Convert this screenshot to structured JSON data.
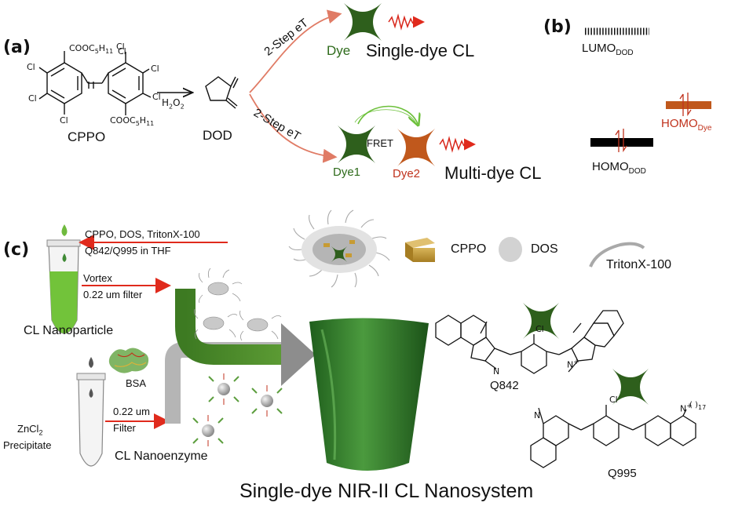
{
  "panels": {
    "a": "(a)",
    "b": "(b)",
    "c": "(c)"
  },
  "panel_a": {
    "cppo_label": "CPPO",
    "cppo_subs": {
      "cl": "Cl",
      "ester_top": "COOC",
      "ester_bot": "COOC",
      "sub_5": "5",
      "h": "H",
      "sub_11": "11"
    },
    "h2o2_label": "H",
    "h2o2_sub": "2",
    "h2o2_o": "O",
    "dod_label": "DOD",
    "oxygen": "O",
    "step_top": "2-Step eT",
    "step_bottom": "2-Step eT",
    "dye": "Dye",
    "single_cl": "Single-dye CL",
    "dye1": "Dye1",
    "dye2": "Dye2",
    "fret": "FRET",
    "multi_cl": "Multi-dye CL"
  },
  "panel_b": {
    "lumo": "LUMO",
    "lumo_sub": "DOD",
    "homo_dod": "HOMO",
    "homo_dod_sub": "DOD",
    "homo_dye": "HOMO",
    "homo_dye_sub": "Dye",
    "colors": {
      "dod_level": "#000000",
      "dye_level": "#c0581c",
      "electron": "#c0321c"
    }
  },
  "panel_c": {
    "reagents_line1": "CPPO, DOS, TritonX-100",
    "reagents_line2": "Q842/Q995 in THF",
    "vortex": "Vortex",
    "filter1": "0.22 um filter",
    "cl_nanoparticle": "CL Nanoparticle",
    "bsa": "BSA",
    "filter2_line1": "0.22 um",
    "filter2_line2": "Filter",
    "zncl2_line1": "ZnCl",
    "zncl2_sub": "2",
    "zncl2_line2": "Precipitate",
    "cl_nanoenzyme": "CL Nanoenzyme",
    "legend_cppo": "CPPO",
    "legend_dos": "DOS",
    "legend_triton": "TritonX-100",
    "q842": "Q842",
    "q995": "Q995",
    "cl_atom": "Cl",
    "n_atom": "N",
    "plus": "+",
    "chain": "( )",
    "chain_sub": "17",
    "system_title": "Single-dye NIR-II CL Nanosystem",
    "colors": {
      "dye_green": "#2e6b1b",
      "tube_green": "#3f8a35",
      "arrow_red": "#e02a1c"
    }
  }
}
